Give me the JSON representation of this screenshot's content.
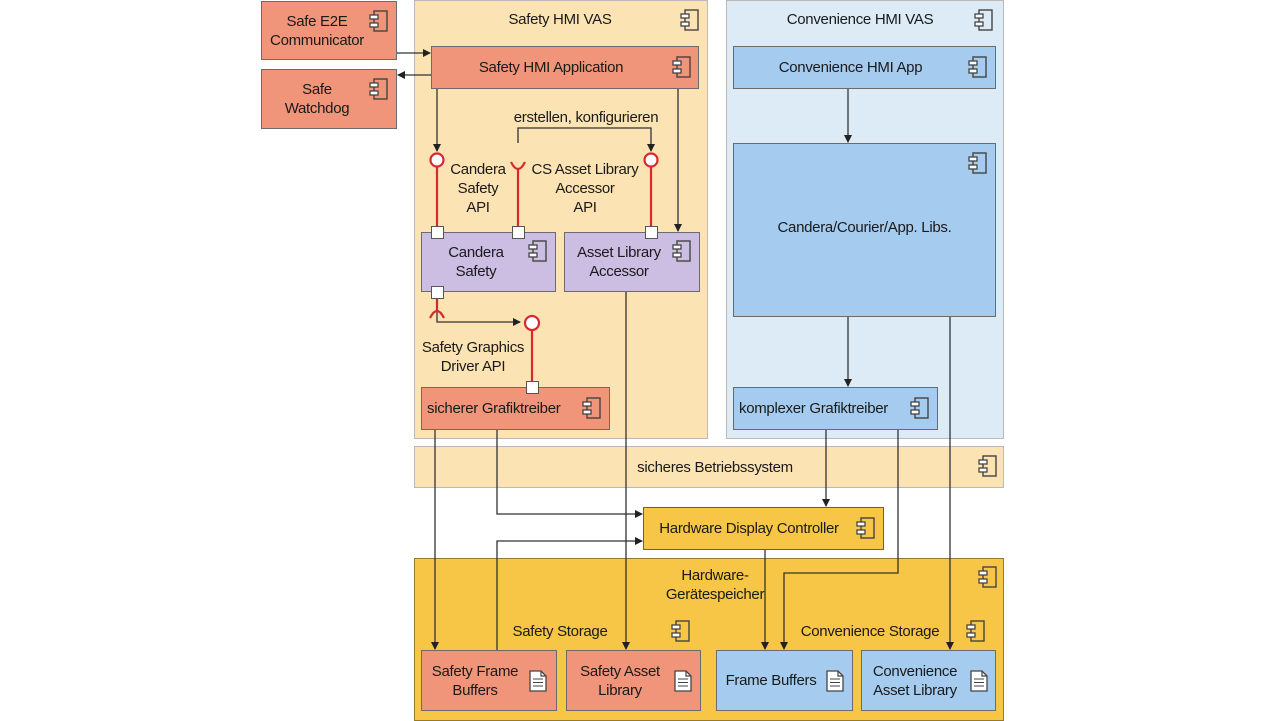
{
  "diagram": {
    "regions": {
      "safety_vas": "Safety HMI VAS",
      "convenience_vas": "Convenience HMI VAS",
      "os": "sicheres Betriebssystem",
      "hw_memory": "Hardware-\nGerätespeicher",
      "safety_storage": "Safety Storage",
      "convenience_storage": "Convenience Storage"
    },
    "components": {
      "safe_e2e": "Safe E2E\nCommunicator",
      "safe_watchdog": "Safe\nWatchdog",
      "safety_hmi_app": "Safety HMI Application",
      "candera_safety": "Candera\nSafety",
      "asset_lib_accessor": "Asset Library\nAccessor",
      "safe_gfx_driver": "sicherer Grafiktreiber",
      "convenience_hmi_app": "Convenience HMI App",
      "candera_courier": "Candera/Courier/App. Libs.",
      "complex_gfx_driver": "komplexer Grafiktreiber",
      "hw_display_controller": "Hardware Display Controller"
    },
    "artifacts": {
      "safety_frame_buffers": "Safety Frame\nBuffers",
      "safety_asset_library": "Safety Asset\nLibrary",
      "frame_buffers": "Frame Buffers",
      "convenience_asset_library": "Convenience\nAsset Library"
    },
    "interfaces": {
      "candera_safety_api": "Candera\nSafety\nAPI",
      "cs_asset_api": "CS Asset Library\nAccessor\nAPI",
      "safety_gfx_driver_api": "Safety Graphics\nDriver API"
    },
    "annotations": {
      "create_configure": "erstellen, konfigurieren"
    },
    "colors": {
      "safety_component": "#f0957a",
      "candera_component": "#ccbde3",
      "convenience_component": "#a5ccef",
      "hardware": "#f7c646",
      "safety_region": "#fce3b4",
      "convenience_region": "#dcebf6",
      "interface_line": "#d9282f"
    },
    "icons": {
      "component": "uml-component-icon",
      "artifact": "document-icon"
    }
  }
}
